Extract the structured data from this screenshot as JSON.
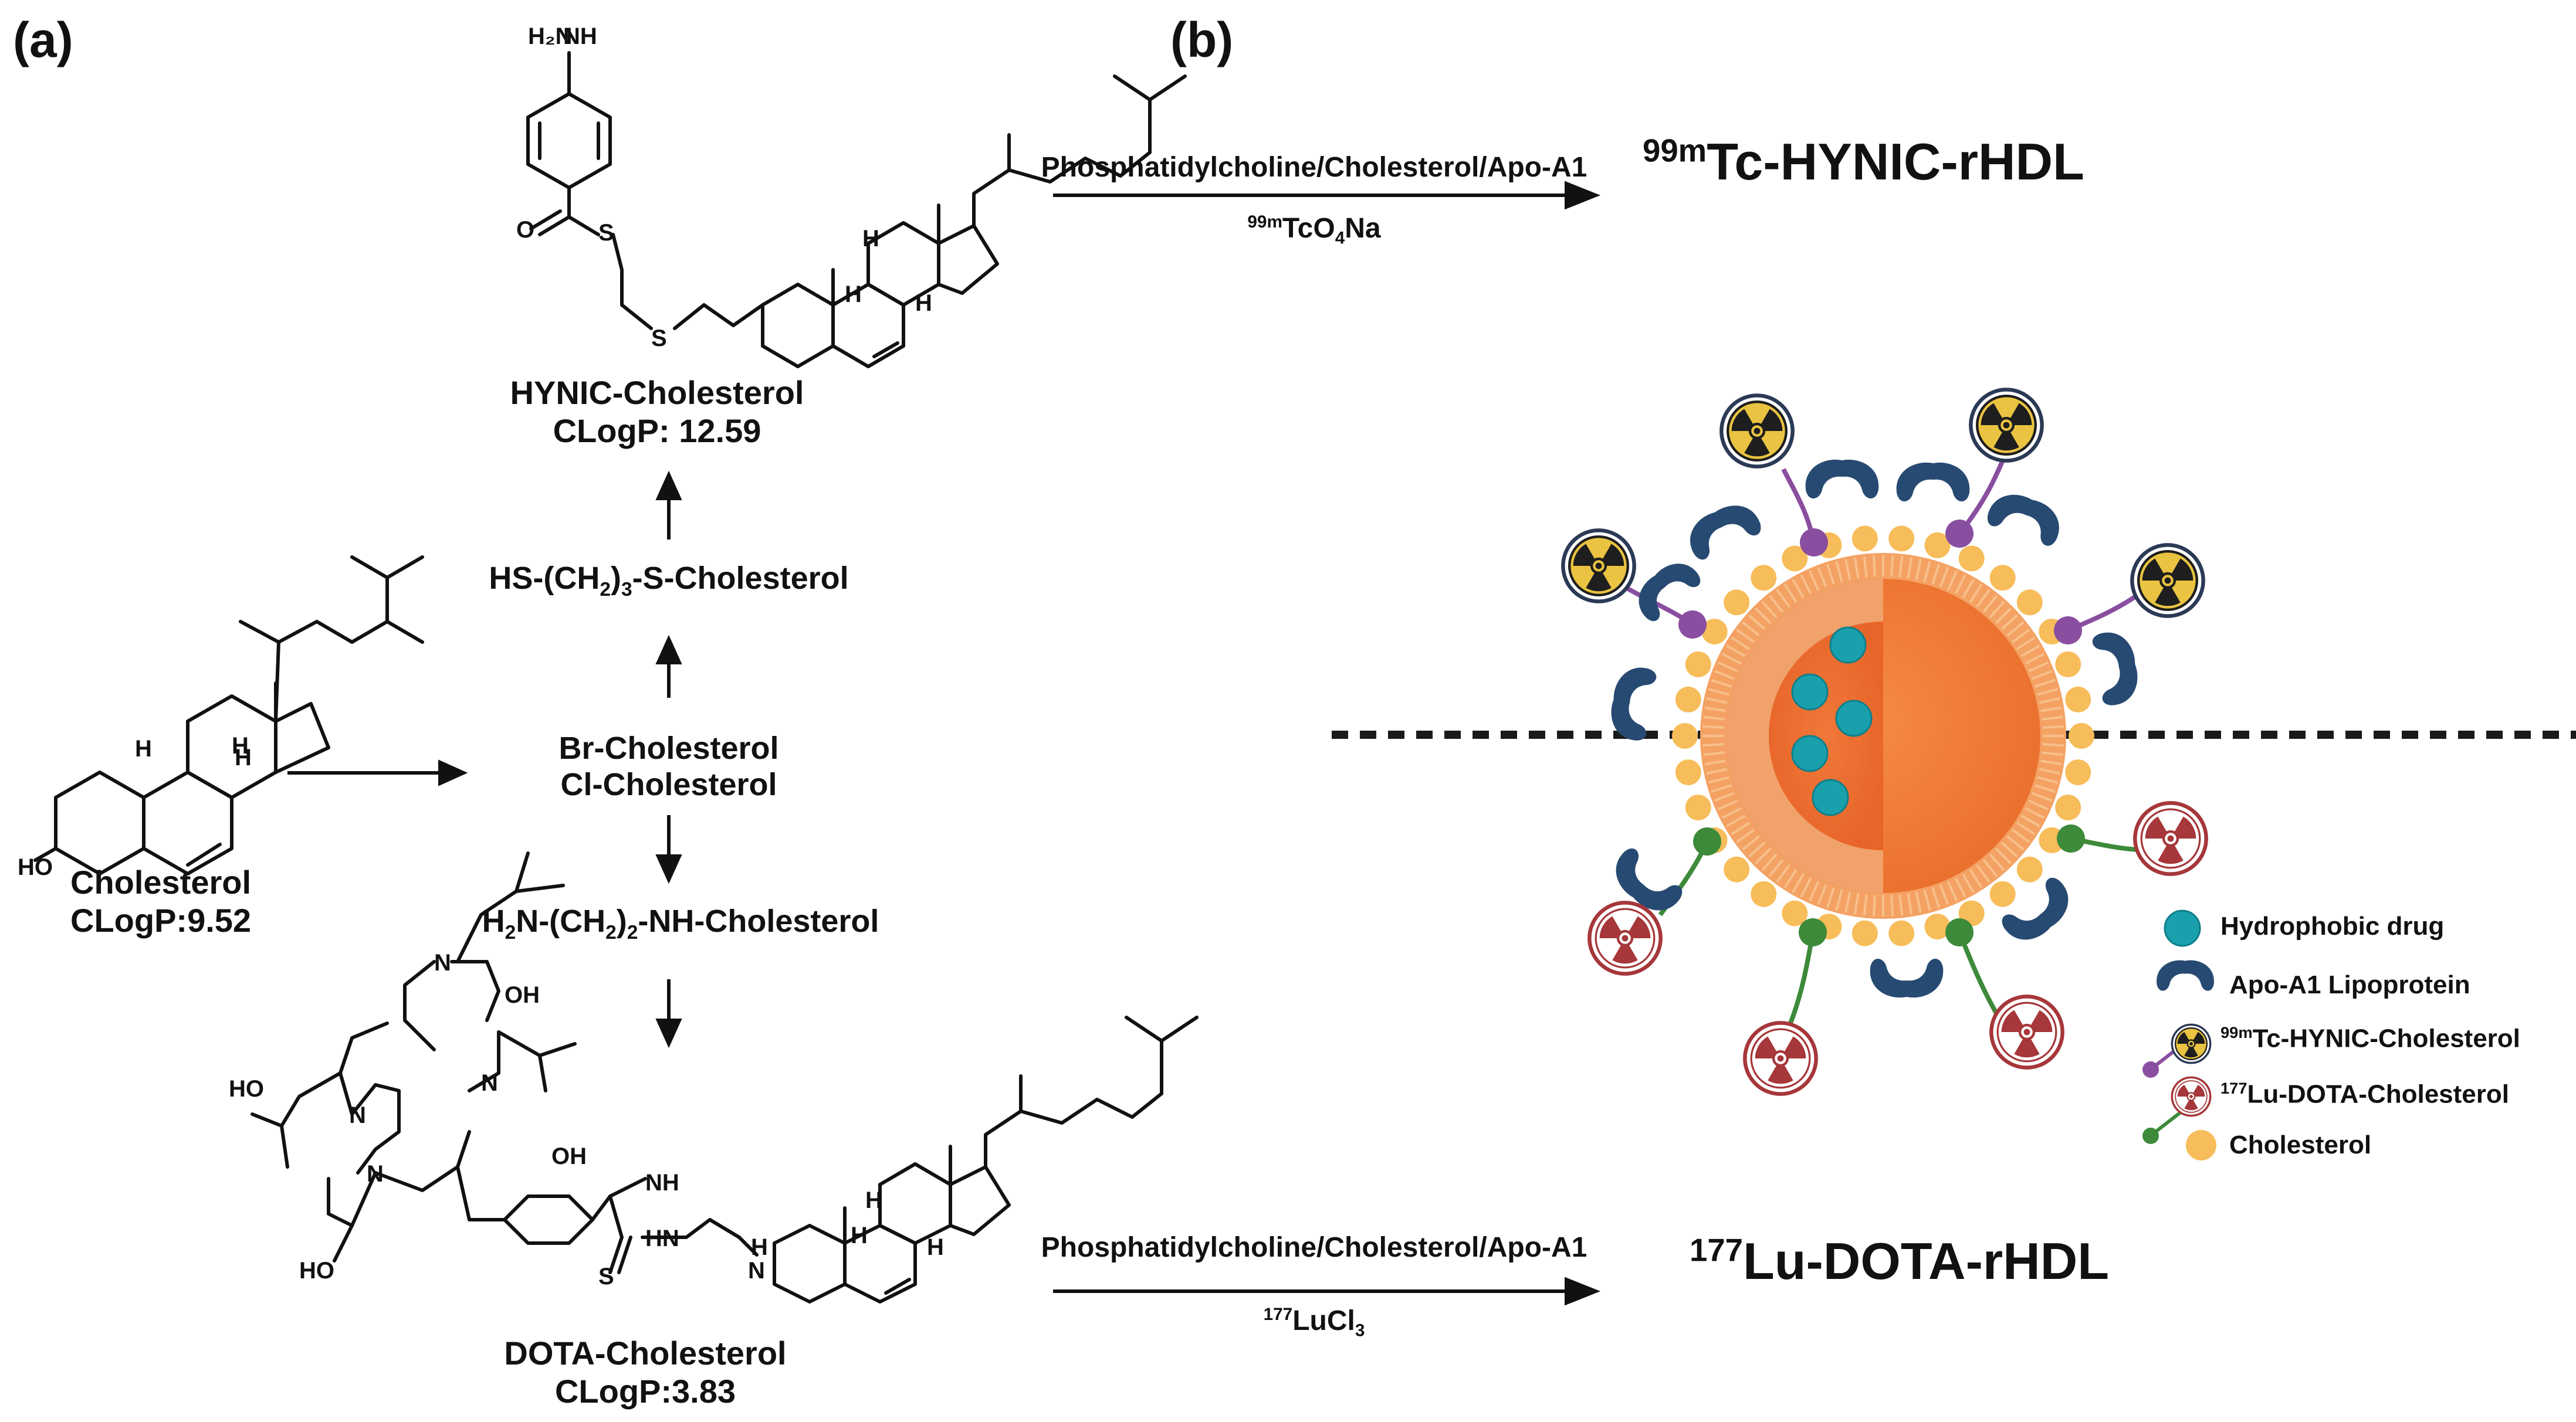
{
  "panels": {
    "a": "(a)",
    "b": "(b)"
  },
  "molecules": {
    "cholesterol": {
      "name": "Cholesterol",
      "clogp": "CLogP:9.52"
    },
    "hynic": {
      "name": "HYNIC-Cholesterol",
      "clogp": "CLogP: 12.59"
    },
    "dota": {
      "name": "DOTA-Cholesterol",
      "clogp": "CLogP:3.83"
    }
  },
  "intermediates": {
    "hs": {
      "pre": "HS-(CH",
      "sub1": "2",
      "mid": ")",
      "sub2": "3",
      "post": "-S-Cholesterol"
    },
    "br": "Br-Cholesterol",
    "cl": "Cl-Cholesterol",
    "h2n": {
      "pre": "H",
      "sub1": "2",
      "mid": "N-(CH",
      "sub2": "2",
      "mid2": ")",
      "sub3": "2",
      "post": "-NH-Cholesterol"
    }
  },
  "reactions": {
    "top": {
      "reagent": "Phosphatidylcholine/Cholesterol/Apo-A1",
      "iso_sup": "99m",
      "iso_main": "TcO",
      "iso_sub": "4",
      "iso_post": "Na"
    },
    "bottom": {
      "reagent": "Phosphatidylcholine/Cholesterol/Apo-A1",
      "iso_sup": "177",
      "iso_main": "LuCl",
      "iso_sub": "3"
    }
  },
  "products": {
    "tc": {
      "sup": "99m",
      "main": "Tc-HYNIC-rHDL"
    },
    "lu": {
      "sup": "177",
      "main": "Lu-DOTA-rHDL"
    }
  },
  "atoms": {
    "h2n": "H₂N",
    "nh": "NH",
    "o": "O",
    "s": "S",
    "h": "H",
    "ho": "HO",
    "oh": "OH",
    "n": "N",
    "hn": "HN"
  },
  "legend": {
    "drug": "Hydrophobic drug",
    "apo": "Apo-A1 Lipoprotein",
    "tc_sup": "99m",
    "tc_main": "Tc-HYNIC-Cholesterol",
    "lu_sup": "177",
    "lu_main": "Lu-DOTA-Cholesterol",
    "chol": "Cholesterol"
  },
  "colors": {
    "drug": "#1aa0ad",
    "apo": "#274a72",
    "tc_linker": "#8a4ea0",
    "lu_linker": "#3d8a3a",
    "cholesterol": "#f7bd5a",
    "core": "#f07d3a",
    "shell": "#f4a264",
    "radiation_yellow": "#e9c341",
    "radiation_red": "#a6373a"
  }
}
